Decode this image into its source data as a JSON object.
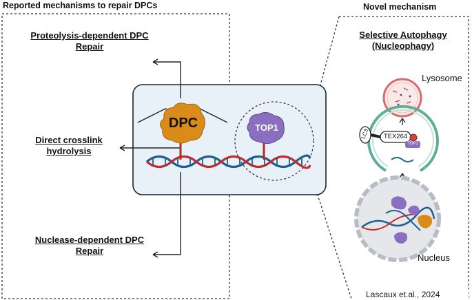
{
  "headers": {
    "left": "Reported mechanisms to repair DPCs",
    "right": "Novel mechanism"
  },
  "left_panel": {
    "proteolysis": [
      "Proteolysis-dependent DPC",
      "Repair"
    ],
    "hydrolysis": [
      "Direct crosslink",
      "hydrolysis"
    ],
    "nuclease": [
      "Nuclease-dependent DPC",
      "Repair"
    ]
  },
  "center": {
    "dpc_label": "DPC",
    "top1_label": "TOP1"
  },
  "right_panel": {
    "title": [
      "Selective Autophagy",
      "(Nucleophagy)"
    ],
    "lysosome": "Lysosome",
    "lc3": "LC3",
    "tex264": "TEX264",
    "top1_small": "TOP1",
    "nucleus": "Nucleus"
  },
  "citation": "Lascaux et.al., 2024",
  "colors": {
    "dpc_orange": "#d98c1a",
    "top1_purple": "#8a6fc0",
    "dna_blue": "#1d5f8f",
    "dna_red": "#c62a2a",
    "autophagosome_green": "#5fae9a",
    "lysosome_red": "#d86a6a",
    "panel_fill": "#e8f0f8"
  }
}
